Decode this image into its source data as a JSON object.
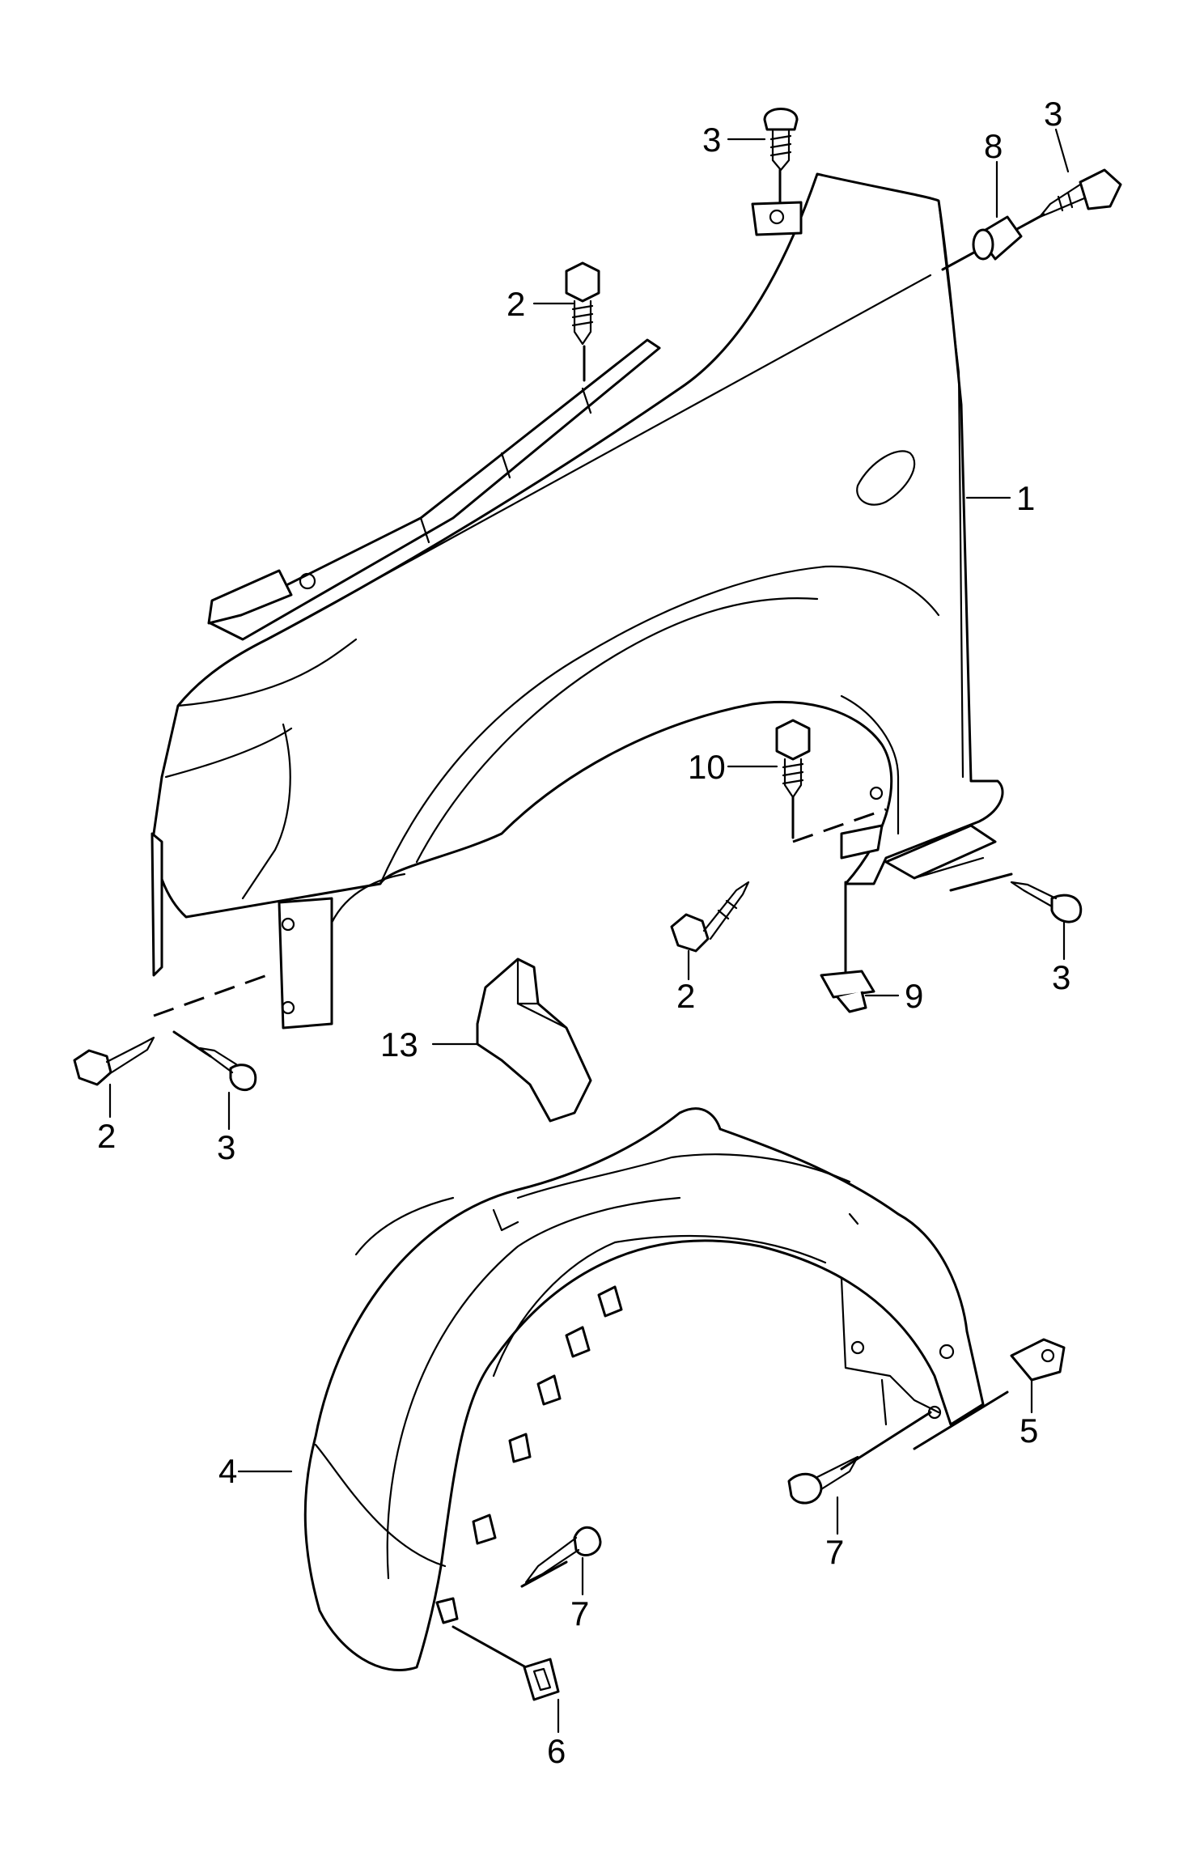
{
  "diagram": {
    "callouts": [
      {
        "id": "c1",
        "label": "1"
      },
      {
        "id": "c2a",
        "label": "2"
      },
      {
        "id": "c2b",
        "label": "2"
      },
      {
        "id": "c2c",
        "label": "2"
      },
      {
        "id": "c3a",
        "label": "3"
      },
      {
        "id": "c3b",
        "label": "3"
      },
      {
        "id": "c3c",
        "label": "3"
      },
      {
        "id": "c3d",
        "label": "3"
      },
      {
        "id": "c4",
        "label": "4"
      },
      {
        "id": "c5",
        "label": "5"
      },
      {
        "id": "c6",
        "label": "6"
      },
      {
        "id": "c7a",
        "label": "7"
      },
      {
        "id": "c7b",
        "label": "7"
      },
      {
        "id": "c8",
        "label": "8"
      },
      {
        "id": "c9",
        "label": "9"
      },
      {
        "id": "c10",
        "label": "10"
      },
      {
        "id": "c13",
        "label": "13"
      }
    ]
  }
}
